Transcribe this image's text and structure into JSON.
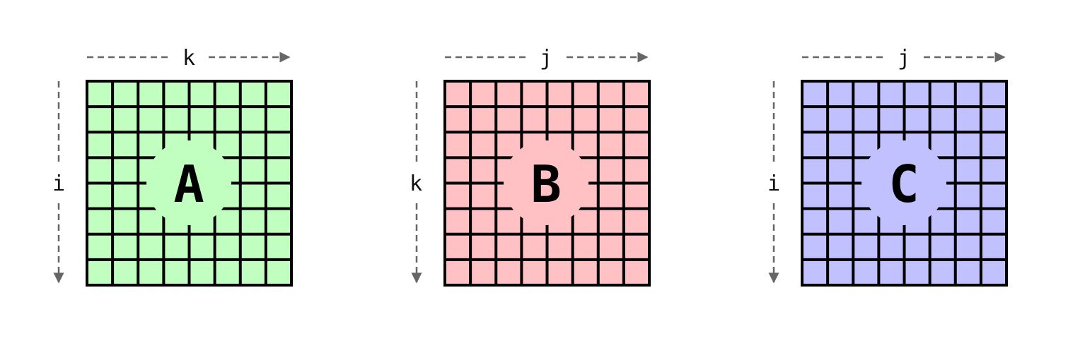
{
  "grid_size": 8,
  "matrices": [
    {
      "letter": "A",
      "color": "#c1ffc1",
      "top_axis_label": "k",
      "left_axis_label": "i"
    },
    {
      "letter": "B",
      "color": "#ffc1c3",
      "top_axis_label": "j",
      "left_axis_label": "k"
    },
    {
      "letter": "C",
      "color": "#c1c1ff",
      "top_axis_label": "j",
      "left_axis_label": "i"
    }
  ],
  "arrow_color": "#666666",
  "grid_line_color": "#000000"
}
